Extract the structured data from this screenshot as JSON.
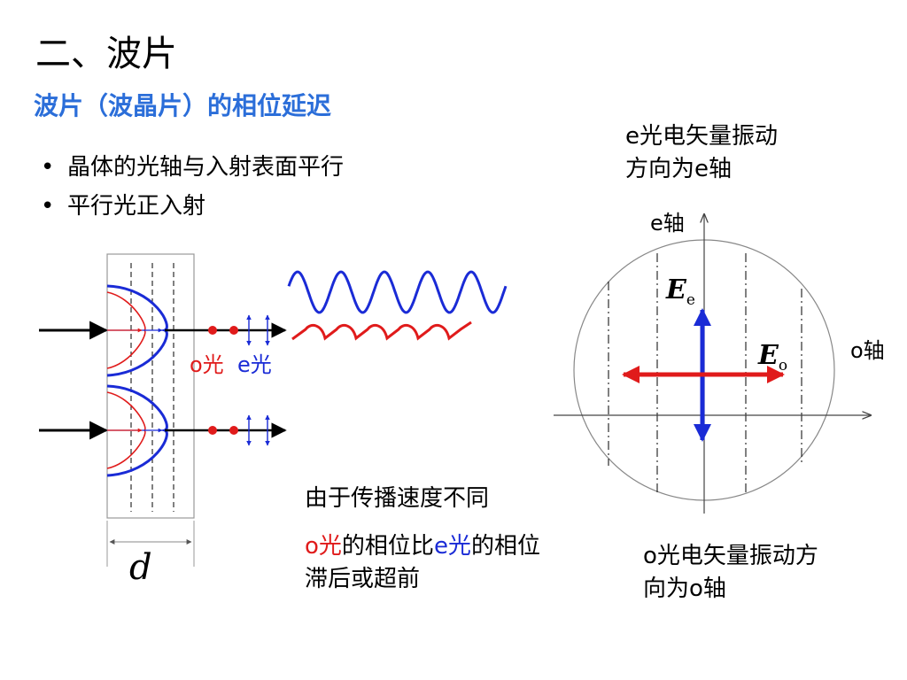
{
  "title": "二、波片",
  "subtitle": "波片（波晶片）的相位延迟",
  "bullets": [
    "晶体的光轴与入射表面平行",
    "平行光正入射"
  ],
  "labels": {
    "o_light": "o光",
    "e_light": "e光",
    "thickness": "d"
  },
  "explanation": {
    "line1": "由于传播速度不同",
    "line2_o": "o光",
    "line2_mid": "的相位比",
    "line2_e": "e光",
    "line2_end": "的相位",
    "line3": "滞后或超前"
  },
  "right_diagram": {
    "e_vector_note_line1": "e光电矢量振动",
    "e_vector_note_line2": "方向为e轴",
    "e_axis_label": "e轴",
    "o_axis_label": "o轴",
    "Ee_symbol": "E",
    "Ee_sub": "e",
    "Eo_symbol": "E",
    "Eo_sub": "o",
    "o_vector_note_line1": "o光电矢量振动方",
    "o_vector_note_line2": "向为o轴"
  },
  "colors": {
    "accent_blue": "#2b6ed9",
    "o_red": "#e01b1b",
    "e_blue": "#1a2bd6"
  }
}
